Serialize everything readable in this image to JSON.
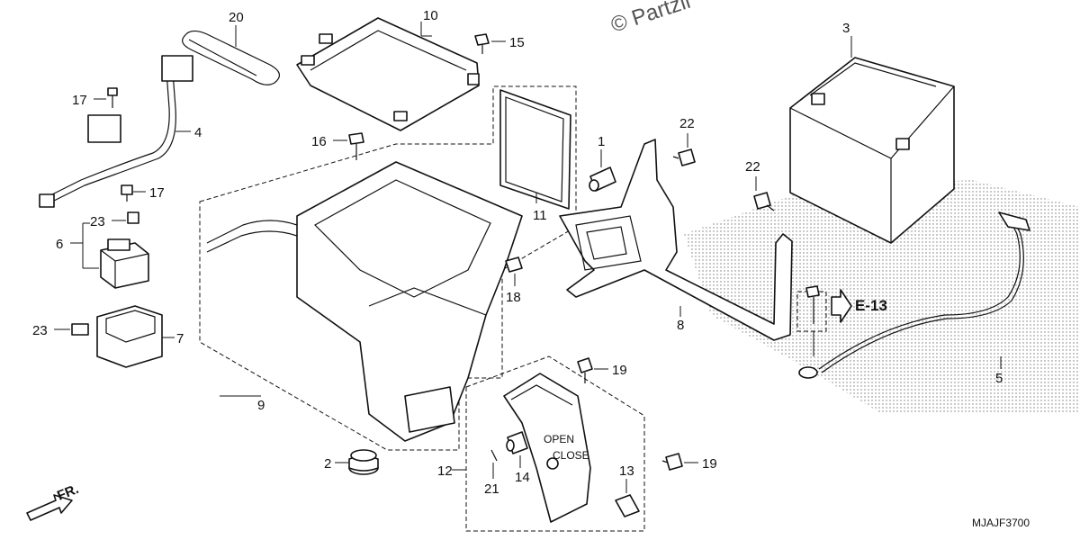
{
  "watermark": "© Partzil",
  "diagram_code": "MJAJF3700",
  "direction_label": "FR.",
  "reference": "E-13",
  "callouts": {
    "p1": "1",
    "p2": "2",
    "p3": "3",
    "p4": "4",
    "p5": "5",
    "p6": "6",
    "p7": "7",
    "p8": "8",
    "p9": "9",
    "p10": "10",
    "p11": "11",
    "p12": "12",
    "p13": "13",
    "p14": "14",
    "p15": "15",
    "p16": "16",
    "p17a": "17",
    "p17b": "17",
    "p18": "18",
    "p19a": "19",
    "p19b": "19",
    "p20": "20",
    "p21": "21",
    "p22a": "22",
    "p22b": "22",
    "p23a": "23",
    "p23b": "23"
  },
  "cover_marks": {
    "open": "OPEN",
    "close": "CLOSE"
  }
}
